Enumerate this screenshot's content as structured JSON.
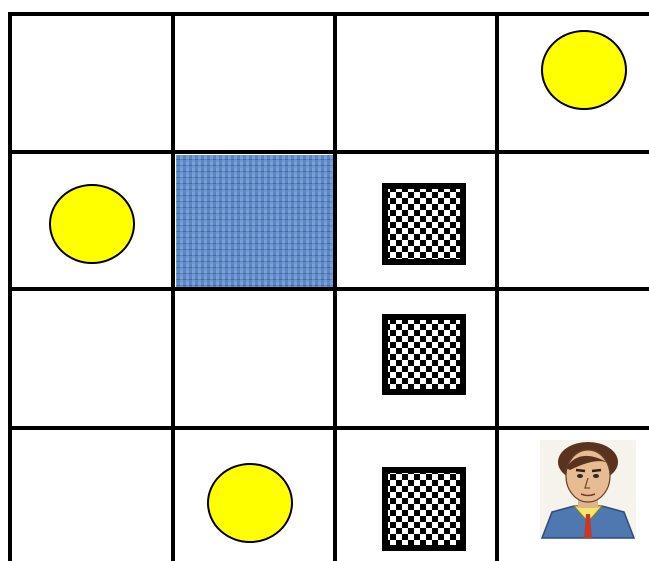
{
  "game": {
    "rows": 4,
    "cols": 4,
    "colors": {
      "background": "#ffffff",
      "grid_line": "#000000",
      "coin_fill": "#ffff00",
      "coin_stroke": "#000000",
      "water_fill": "#5b86c4",
      "wall_dark": "#000000",
      "wall_light": "#ffffff"
    },
    "cells": [
      {
        "row": 0,
        "col": 3,
        "item": "coin-icon"
      },
      {
        "row": 1,
        "col": 0,
        "item": "coin-icon"
      },
      {
        "row": 1,
        "col": 1,
        "item": "water-tile"
      },
      {
        "row": 1,
        "col": 2,
        "item": "checkered-block-icon"
      },
      {
        "row": 2,
        "col": 2,
        "item": "checkered-block-icon"
      },
      {
        "row": 3,
        "col": 1,
        "item": "coin-icon"
      },
      {
        "row": 3,
        "col": 2,
        "item": "checkered-block-icon"
      },
      {
        "row": 3,
        "col": 3,
        "item": "player-avatar-icon"
      }
    ]
  }
}
